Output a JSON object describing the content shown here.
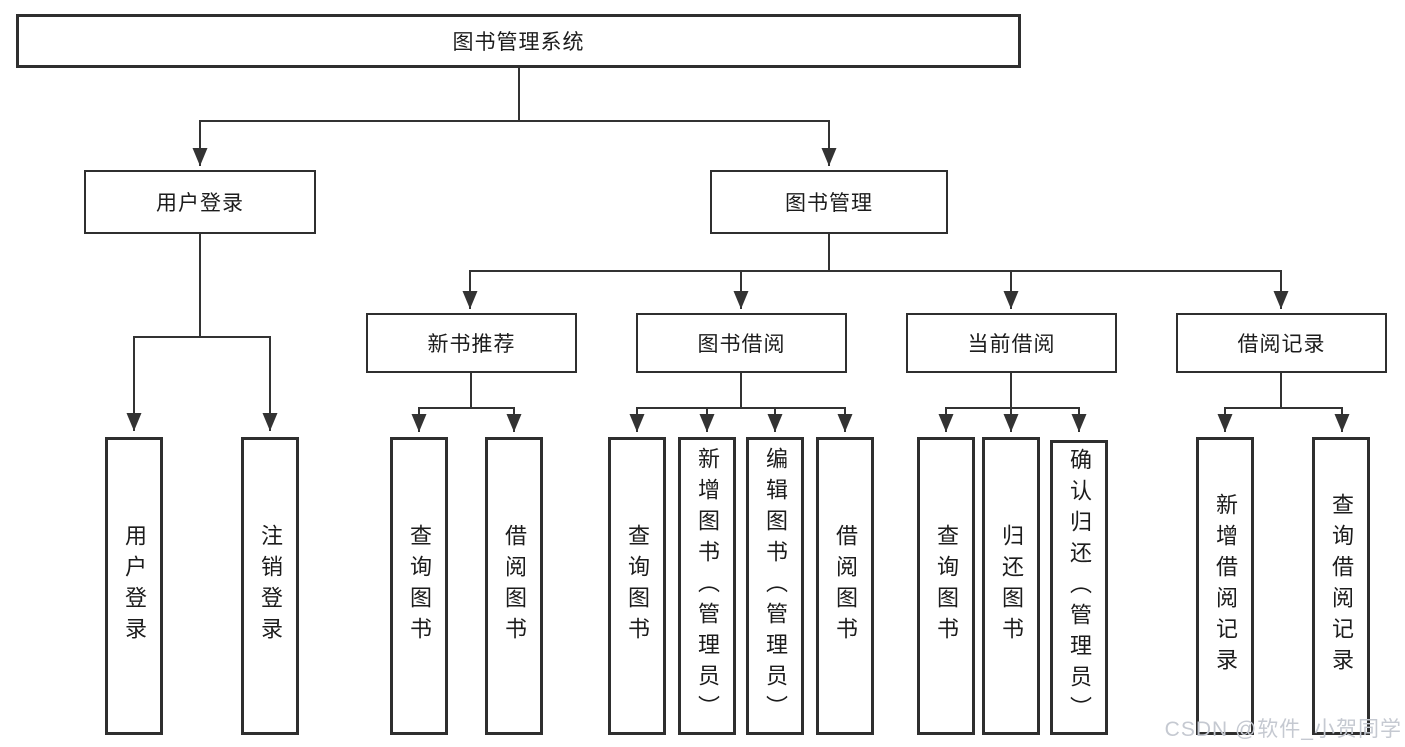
{
  "diagram": {
    "root": {
      "label": "图书管理系统"
    },
    "level2": [
      "用户登录",
      "图书管理"
    ],
    "level3": [
      "新书推荐",
      "图书借阅",
      "当前借阅",
      "借阅记录"
    ],
    "leaves": {
      "user_login": [
        "用户登录",
        "注销登录"
      ],
      "new_book": [
        "查询图书",
        "借阅图书"
      ],
      "book_borrow": [
        "查询图书",
        "新增图书（管理员）",
        "编辑图书（管理员）",
        "借阅图书"
      ],
      "current_borrow": [
        "查询图书",
        "归还图书",
        "确认归还（管理员）"
      ],
      "borrow_records": [
        "新增借阅记录",
        "查询借阅记录"
      ]
    }
  },
  "watermark": {
    "text": "CSDN @软件_小贺同学",
    "color": "#c5c9d1"
  },
  "colors": {
    "line": "#333333",
    "border": "#2f2f2f",
    "text": "#1c1c1c",
    "background": "#ffffff"
  }
}
